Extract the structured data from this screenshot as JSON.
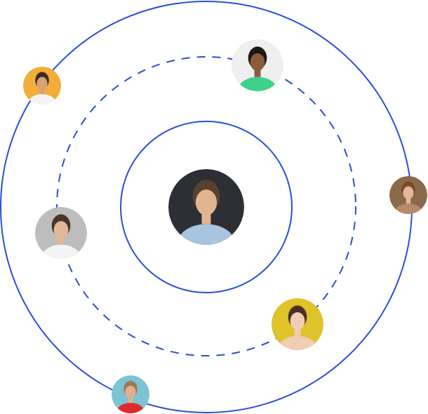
{
  "colors": {
    "orbit_line": "#2a4fd6",
    "background": "#ffffff"
  },
  "avatars": [
    {
      "id": "center",
      "bg": "#2c2f33",
      "skin": "#e2b48f",
      "hair": "#5a4030",
      "shirt": "#a9c4de"
    },
    {
      "id": "woman-orange",
      "bg": "#f2ad3a",
      "skin": "#d9a07a",
      "hair": "#3b2a20",
      "shirt": "#f4f4f4"
    },
    {
      "id": "man-green",
      "bg": "#efefef",
      "skin": "#8a5a3c",
      "hair": "#1e1612",
      "shirt": "#3fd08a"
    },
    {
      "id": "woman-brown",
      "bg": "#8a6a4a",
      "skin": "#e6b795",
      "hair": "#7a4a2a",
      "shirt": "#b98a6a"
    },
    {
      "id": "man-glasses",
      "bg": "#bdbdbd",
      "skin": "#e2b898",
      "hair": "#4a3526",
      "shirt": "#f4f4f4"
    },
    {
      "id": "woman-yellow",
      "bg": "#e0c22a",
      "skin": "#f1cdb5",
      "hair": "#4a3022",
      "shirt": "#f1cdb5"
    },
    {
      "id": "man-red",
      "bg": "#7cc3d6",
      "skin": "#e2b08e",
      "hair": "#a07850",
      "shirt": "#e02a2a"
    }
  ]
}
